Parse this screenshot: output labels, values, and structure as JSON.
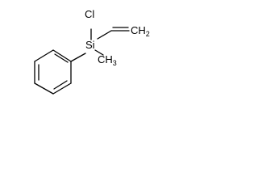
{
  "molecule": {
    "atoms": {
      "chlorine": "Cl",
      "silicon": "Si",
      "vinyl": {
        "main": "CH",
        "sub": "2"
      },
      "methyl": {
        "main": "CH",
        "sub": "3"
      }
    }
  },
  "colors": {
    "background": "#ffffff",
    "ink": "#000000"
  }
}
